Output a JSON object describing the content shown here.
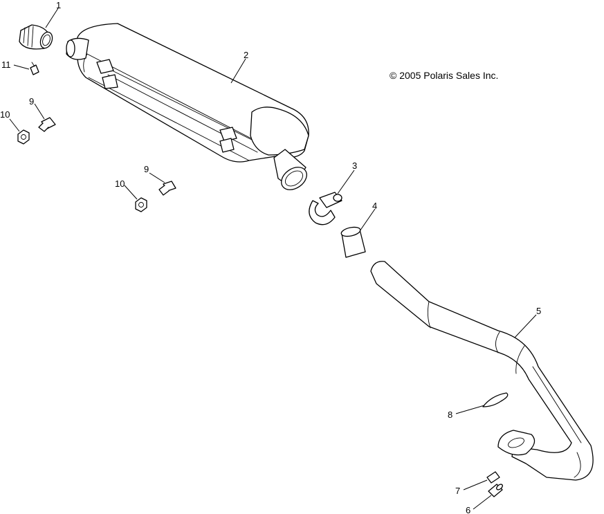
{
  "copyright": "© 2005 Polaris Sales Inc.",
  "callouts": {
    "c1": "1",
    "c2": "2",
    "c3": "3",
    "c4": "4",
    "c5": "5",
    "c6": "6",
    "c7": "7",
    "c8": "8",
    "c9a": "9",
    "c9b": "9",
    "c10a": "10",
    "c10b": "10",
    "c11": "11"
  }
}
